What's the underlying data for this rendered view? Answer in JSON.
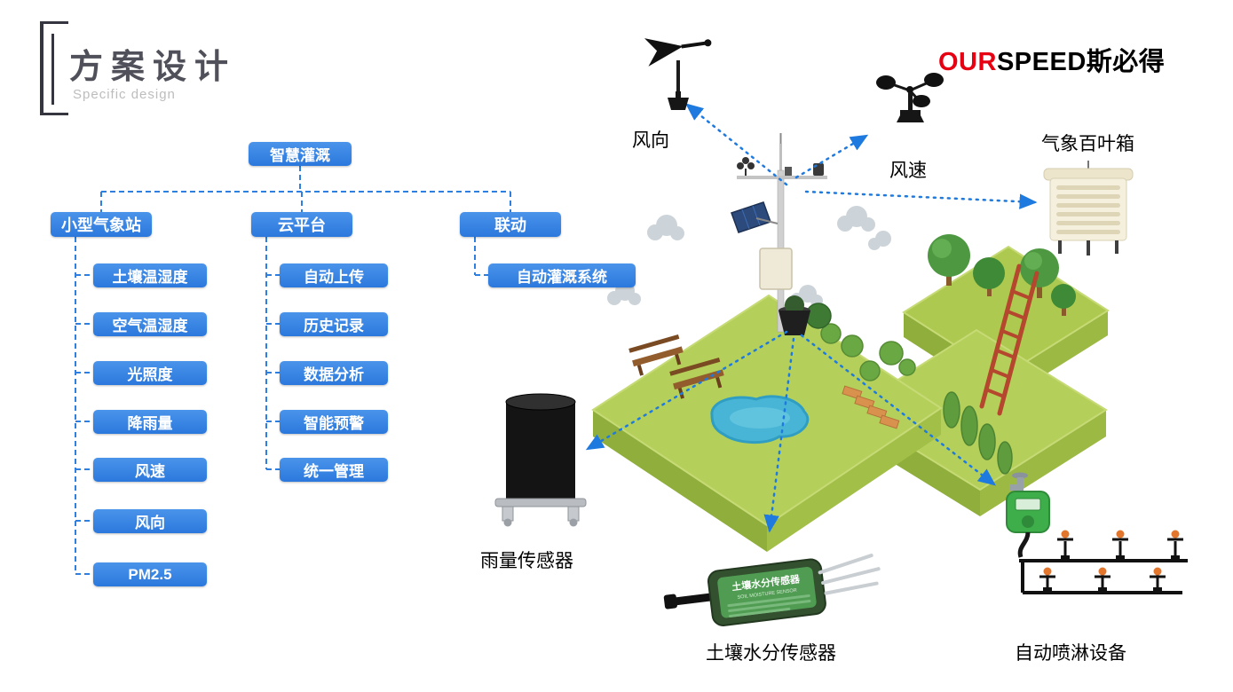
{
  "header": {
    "title": "方案设计",
    "subtitle": "Specific design",
    "logo_red": "OUR",
    "logo_black": "SPEED斯必得"
  },
  "flowchart": {
    "root": "智慧灌溉",
    "branch1": {
      "label": "小型气象站",
      "items": [
        "土壤温湿度",
        "空气温湿度",
        "光照度",
        "降雨量",
        "风速",
        "风向",
        "PM2.5"
      ]
    },
    "branch2": {
      "label": "云平台",
      "items": [
        "自动上传",
        "历史记录",
        "数据分析",
        "智能预警",
        "统一管理"
      ]
    },
    "branch3": {
      "label": "联动",
      "items": [
        "自动灌溉系统"
      ]
    }
  },
  "scene": {
    "labels": {
      "wind_direction": "风向",
      "wind_speed": "风速",
      "weather_box": "气象百叶箱",
      "rain_sensor": "雨量传感器",
      "soil_sensor": "土壤水分传感器",
      "sprinkler": "自动喷淋设备"
    },
    "soil_device": {
      "title": "土壤水分传感器",
      "subtitle": "SOIL MOISTURE SENSOR"
    },
    "colors": {
      "accent_blue": "#2f7fe0",
      "arrow_blue": "#1f7ae0",
      "logo_red": "#e60012",
      "platform_green": "#b5d05a",
      "pond_blue": "#49b5d6"
    }
  }
}
